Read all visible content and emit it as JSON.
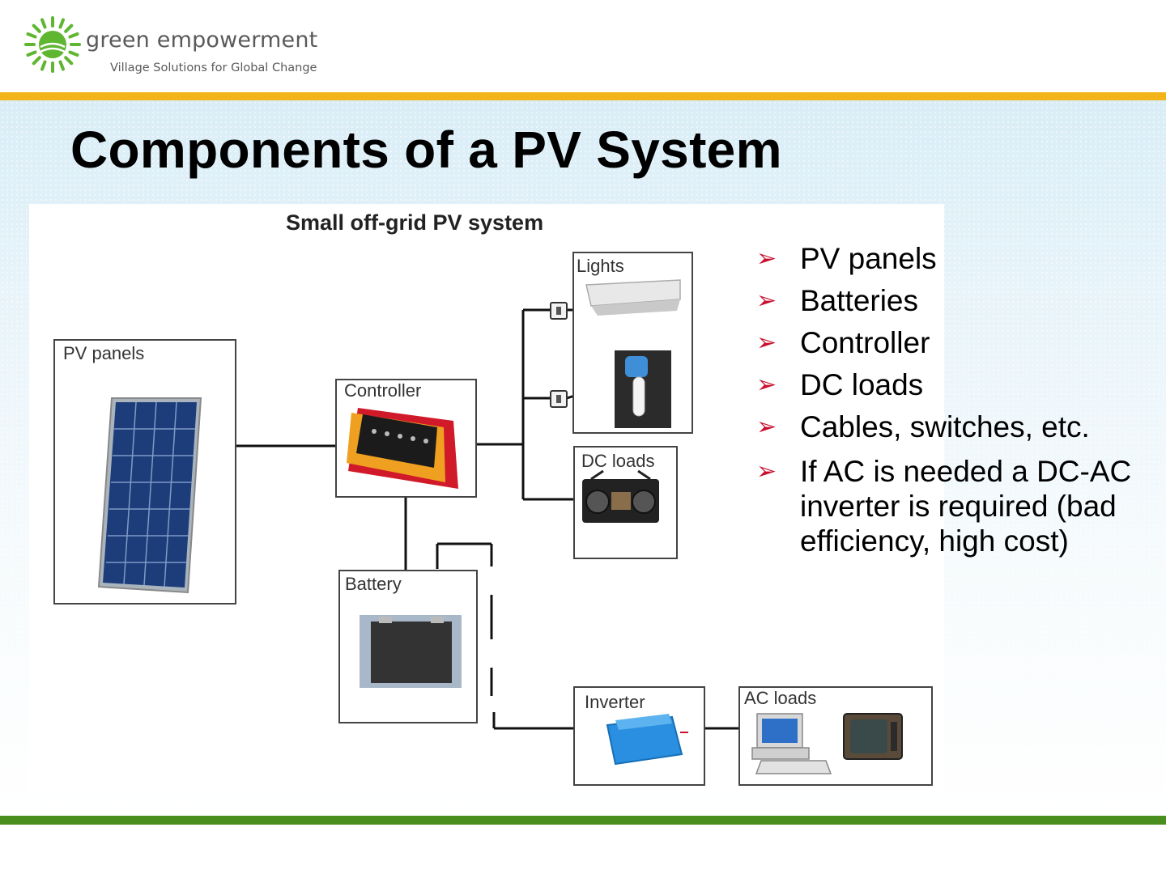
{
  "logo": {
    "name": "green empowerment",
    "tagline": "Village Solutions for Global Change"
  },
  "title": "Components of a PV System",
  "diagram": {
    "title": "Small off-grid PV system",
    "labels": {
      "pv_panels": "PV panels",
      "controller": "Controller",
      "lights": "Lights",
      "dc_loads": "DC loads",
      "battery": "Battery",
      "inverter": "Inverter",
      "ac_loads": "AC loads"
    }
  },
  "bullets": [
    "PV panels",
    "Batteries",
    "Controller",
    "DC loads",
    "Cables, switches, etc.",
    "If AC is needed a DC-AC inverter is required (bad efficiency, high cost)"
  ],
  "colors": {
    "accent_yellow": "#f2b418",
    "accent_green": "#4a8f1e",
    "bullet_arrow": "#c8102e",
    "logo_green": "#5fb630"
  }
}
